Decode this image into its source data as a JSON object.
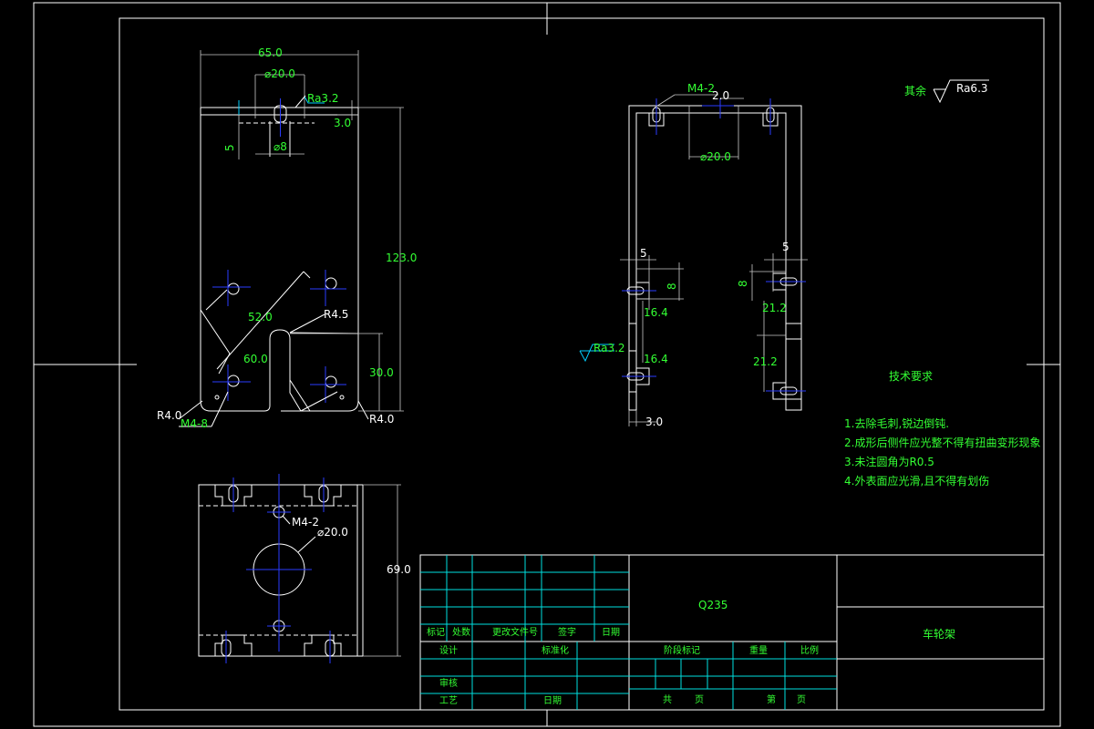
{
  "dimensions": {
    "front_width": "65.0",
    "front_hole_dia": "⌀20.0",
    "front_roughness": "Ra3.2",
    "front_thickness": "3.0",
    "front_edge_offset": "5",
    "front_slot_dia": "⌀8",
    "front_height": "123.0",
    "front_diag": "52.0",
    "front_slot_radius": "R4.5",
    "front_angle_dist": "60.0",
    "front_slot_depth": "30.0",
    "front_corner_radius_left": "R4.0",
    "front_thread": "M4-8",
    "front_corner_radius_right": "R4.0",
    "side_thread": "M4-2",
    "side_offset": "2.0",
    "side_hole_dia": "⌀20.0",
    "side_left_5": "5",
    "side_left_8": "8",
    "side_left_16_4_a": "16.4",
    "side_left_16_4_b": "16.4",
    "side_left_ra": "Ra3.2",
    "side_bottom_thickness": "3.0",
    "side_right_5": "5",
    "side_right_8": "8",
    "side_right_21_2_a": "21.2",
    "side_right_21_2_b": "21.2",
    "bottom_thread": "M4-2",
    "bottom_hole_dia": "⌀20.0",
    "bottom_height": "69.0"
  },
  "surface_finish": {
    "label": "其余",
    "value": "Ra6.3"
  },
  "tech_requirements": {
    "title": "技术要求",
    "items": [
      "1.去除毛刺,锐边倒钝.",
      "2.成形后侧件应光整不得有扭曲变形现象",
      "3.未注圆角为R0.5",
      "4.外表面应光滑,且不得有划伤"
    ]
  },
  "title_block": {
    "material": "Q235",
    "part_name": "车轮架",
    "mark": "标记",
    "count": "处数",
    "change_doc": "更改文件号",
    "signature": "签字",
    "date": "日期",
    "design": "设计",
    "standardize": "标准化",
    "stage_mark": "阶段标记",
    "weight": "重量",
    "scale": "比例",
    "review": "审核",
    "process": "工艺",
    "date2": "日期",
    "total": "共",
    "page": "页",
    "sheet": "第",
    "page2": "页"
  }
}
